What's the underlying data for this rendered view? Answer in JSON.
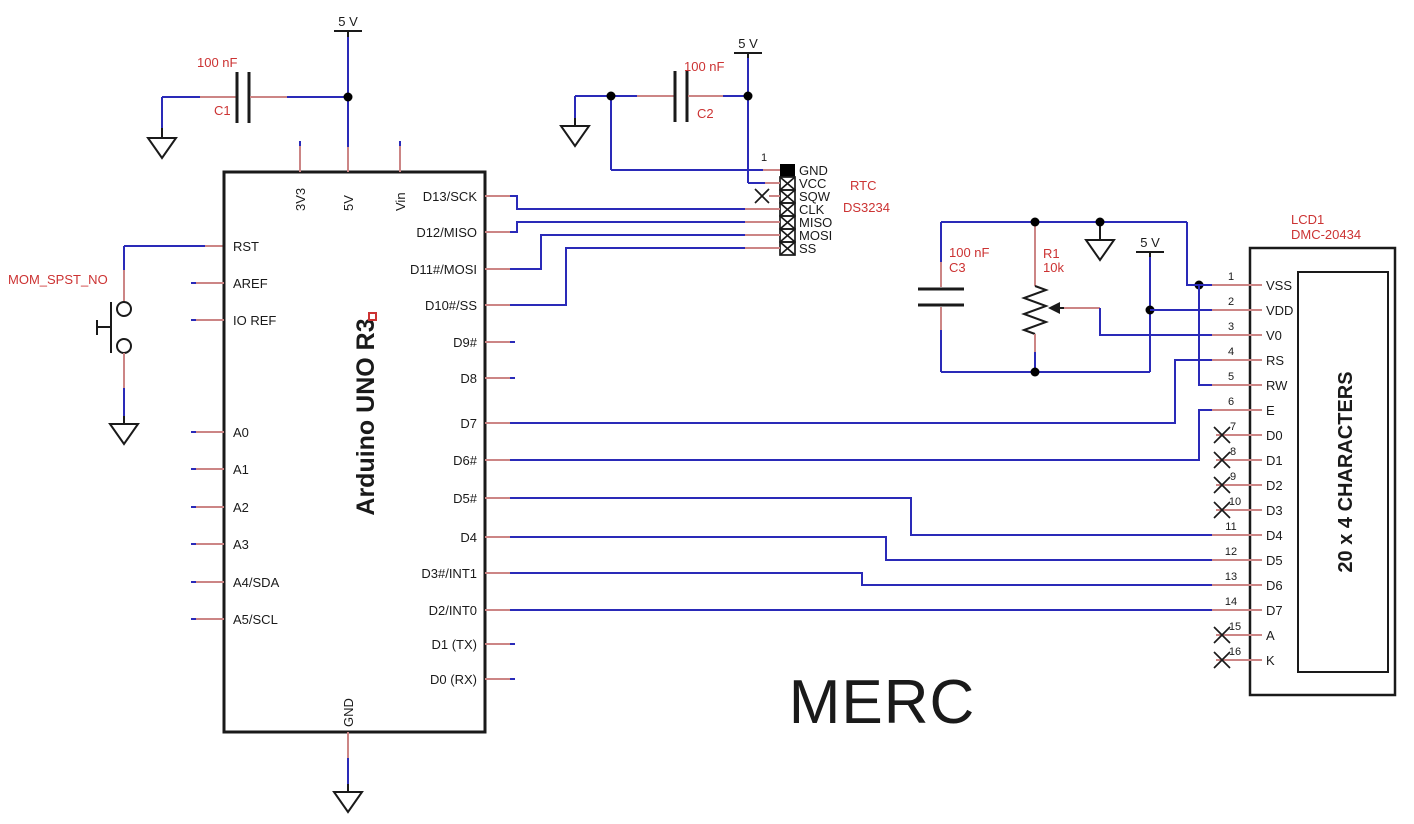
{
  "schematic": {
    "title": "MERC",
    "supply_label": "5 V",
    "arduino": {
      "title": "Arduino UNO R3",
      "top_pins": [
        "3V3",
        "5V",
        "Vin"
      ],
      "left_pins": [
        "RST",
        "AREF",
        "IO REF",
        "A0",
        "A1",
        "A2",
        "A3",
        "A4/SDA",
        "A5/SCL"
      ],
      "right_pins": [
        "D13/SCK",
        "D12/MISO",
        "D11#/MOSI",
        "D10#/SS",
        "D9#",
        "D8",
        "D7",
        "D6#",
        "D5#",
        "D4",
        "D3#/INT1",
        "D2/INT0",
        "D1 (TX)",
        "D0 (RX)"
      ],
      "bottom_pin": "GND"
    },
    "rtc": {
      "ref": "RTC",
      "part": "DS3234",
      "pin1_number": "1",
      "pins": [
        "GND",
        "VCC",
        "SQW",
        "CLK",
        "MISO",
        "MOSI",
        "SS"
      ]
    },
    "lcd": {
      "ref": "LCD1",
      "part": "DMC-20434",
      "display_text": "20 x 4 CHARACTERS",
      "pins": [
        {
          "n": "1",
          "label": "VSS"
        },
        {
          "n": "2",
          "label": "VDD"
        },
        {
          "n": "3",
          "label": "V0"
        },
        {
          "n": "4",
          "label": "RS"
        },
        {
          "n": "5",
          "label": "RW"
        },
        {
          "n": "6",
          "label": "E"
        },
        {
          "n": "7",
          "label": "D0"
        },
        {
          "n": "8",
          "label": "D1"
        },
        {
          "n": "9",
          "label": "D2"
        },
        {
          "n": "10",
          "label": "D3"
        },
        {
          "n": "11",
          "label": "D4"
        },
        {
          "n": "12",
          "label": "D5"
        },
        {
          "n": "13",
          "label": "D6"
        },
        {
          "n": "14",
          "label": "D7"
        },
        {
          "n": "15",
          "label": "A"
        },
        {
          "n": "16",
          "label": "K"
        }
      ]
    },
    "pushbutton": {
      "label": "MOM_SPST_NO"
    },
    "c1": {
      "ref": "C1",
      "value": "100 nF"
    },
    "c2": {
      "ref": "C2",
      "value": "100 nF"
    },
    "c3": {
      "ref": "C3",
      "value": "100 nF"
    },
    "r1": {
      "ref": "R1",
      "value": "10k"
    }
  },
  "colors": {
    "wire": "#2a2ab8",
    "pin_stub": "#cc8585",
    "component_label": "#cc3333",
    "ink": "#1a1a1a",
    "background": "#ffffff"
  }
}
